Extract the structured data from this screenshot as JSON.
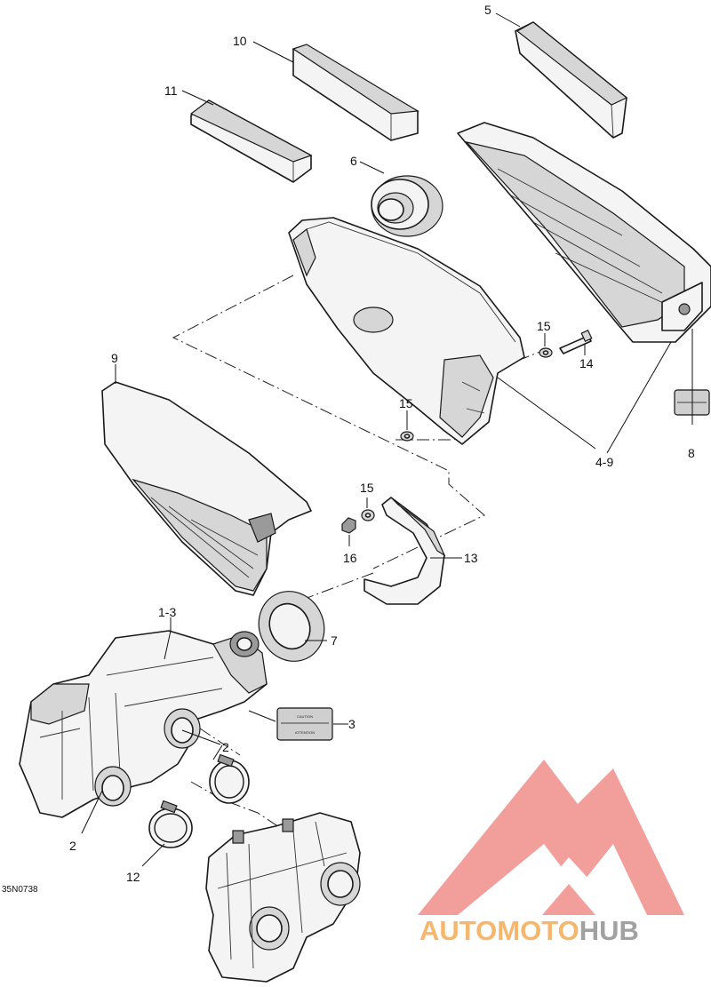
{
  "diagram_code": "35N0738",
  "callouts": {
    "p5": "5",
    "p10": "10",
    "p11": "11",
    "p6": "6",
    "p15a": "15",
    "p14": "14",
    "p9": "9",
    "p15b": "15",
    "p15c": "15",
    "p16": "16",
    "p13": "13",
    "p8": "8",
    "p4_9": "4-9",
    "p1_3": "1-3",
    "p7": "7",
    "p3": "3",
    "p2a": "2",
    "p2b": "2",
    "p12": "12"
  },
  "label_text": {
    "caution": "CAUTION",
    "attention": "ATTENTION"
  },
  "watermark": {
    "word_auto": "AUTO",
    "word_moto": "MOTO",
    "word_hub": "HUB",
    "color_red": "#e8504a",
    "color_orange": "#f3a54a",
    "color_gray": "#8a8a8a"
  }
}
